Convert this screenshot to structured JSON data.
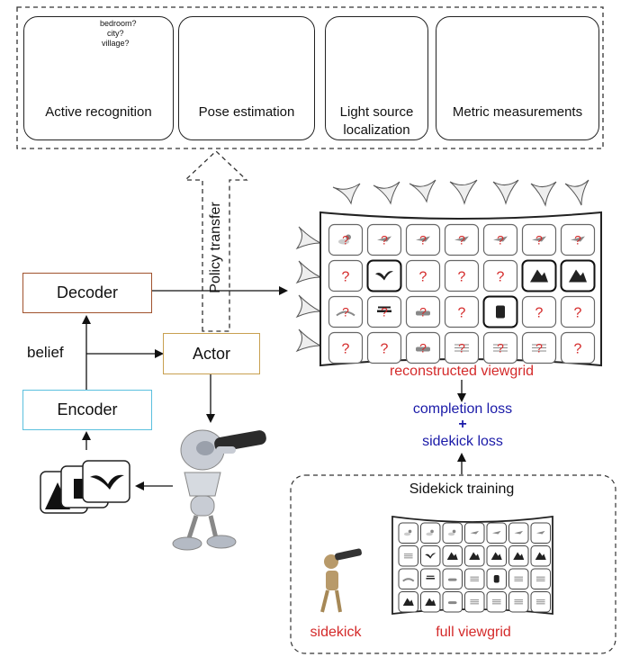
{
  "tasks": [
    {
      "label": "Active recognition",
      "queries": [
        "bedroom?",
        "city?",
        "village?"
      ]
    },
    {
      "label": "Pose estimation"
    },
    {
      "label_line1": "Light source",
      "label_line2": "localization"
    },
    {
      "label": "Metric measurements"
    }
  ],
  "policy_transfer_label": "Policy transfer",
  "decoder_label": "Decoder",
  "encoder_label": "Encoder",
  "actor_label": "Actor",
  "belief_label": "belief",
  "reconstructed_label": "reconstructed viewgrid",
  "completion_loss_label": "completion loss",
  "plus_label": "+",
  "sidekick_loss_label": "sidekick loss",
  "sidekick_training_label": "Sidekick training",
  "sidekick_label": "sidekick",
  "full_viewgrid_label": "full viewgrid",
  "colors": {
    "decoder_border": "#a0522d",
    "encoder_border": "#5bc0de",
    "actor_border": "#c8a050",
    "loss_text": "#1a1aa8",
    "red_text": "#d42a2a"
  },
  "viewgrid": {
    "rows": [
      [
        "weather",
        "plane",
        "plane",
        "plane",
        "plane",
        "plane",
        "plane"
      ],
      [
        "q",
        "bird",
        "q",
        "q",
        "q",
        "mountain",
        "mountain"
      ],
      [
        "road",
        "bench",
        "car",
        "q",
        "ship",
        "q",
        "q"
      ],
      [
        "q",
        "q",
        "car",
        "water",
        "water",
        "water",
        "q"
      ]
    ]
  }
}
